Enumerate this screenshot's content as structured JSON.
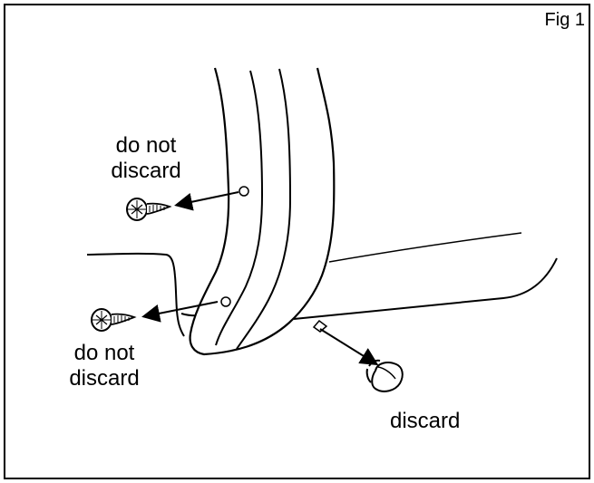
{
  "figure": {
    "label": "Fig 1"
  },
  "labels": {
    "upper_screw": "do not\ndiscard",
    "lower_screw": "do not\ndiscard",
    "plug": "discard"
  },
  "colors": {
    "line": "#000000",
    "background": "#ffffff"
  }
}
